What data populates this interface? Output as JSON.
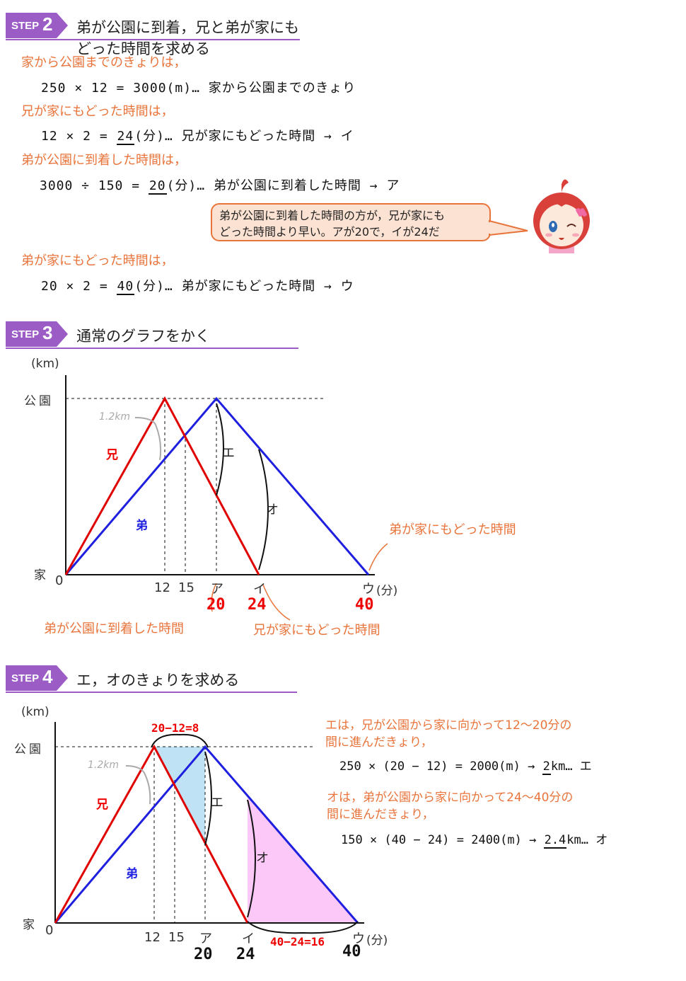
{
  "step2": {
    "badge_label": "STEP",
    "badge_num": "2",
    "title": "弟が公園に到着，兄と弟が家にもどった時間を求める",
    "line1_label": "家から公園までのきょりは，",
    "line1_calc": "250 × 12  = 3000(m)… 家から公園までのきょり",
    "line2_label": "兄が家にもどった時間は，",
    "line2_pre": "12 × 2  = ",
    "line2_num": "24",
    "line2_post": "(分)… 兄が家にもどった時間  →  イ",
    "line3_label": "弟が公園に到着した時間は，",
    "line3_pre": "3000 ÷ 150  = ",
    "line3_num": "20",
    "line3_post": "(分)… 弟が公園に到着した時間  →  ア",
    "bubble_line1": "弟が公園に到着した時間の方が，兄が家にも",
    "bubble_line2": "どった時間より早い。アが20で，イが24だ",
    "line4_label": "弟が家にもどった時間は，",
    "line4_pre": "20  ×  2  = ",
    "line4_num": "40",
    "line4_post": "(分)… 弟が家にもどった時間 → ウ"
  },
  "step3": {
    "badge_label": "STEP",
    "badge_num": "3",
    "title": "通常のグラフをかく",
    "y_unit": "(km)",
    "y_park": "公園",
    "y_home": "家",
    "x_zero": "0",
    "x_unit": "(分)",
    "ticks": [
      "12",
      "15",
      "ア",
      "イ",
      "ウ"
    ],
    "ticks_values": [
      "20",
      "24",
      "40"
    ],
    "label_brother": "兄",
    "label_younger": "弟",
    "label_e": "エ",
    "label_o": "オ",
    "label_dist": "1.2km",
    "note_younger_home": "弟が家にもどった時間",
    "note_younger_park": "弟が公園に到着した時間",
    "note_brother_home": "兄が家にもどった時間"
  },
  "step4": {
    "badge_label": "STEP",
    "badge_num": "4",
    "title": "エ，オのきょりを求める",
    "y_unit": "(km)",
    "y_park": "公園",
    "y_home": "家",
    "x_zero": "0",
    "x_unit": "(分)",
    "ticks": [
      "12",
      "15",
      "ア",
      "イ",
      "ウ"
    ],
    "ticks_values": [
      "20",
      "24",
      "40"
    ],
    "label_brother": "兄",
    "label_younger": "弟",
    "label_e": "エ",
    "label_o": "オ",
    "label_dist": "1.2km",
    "top_span": "20−12=8",
    "bottom_span": "40−24=16",
    "e_text1": "エは，兄が公園から家に向かって12〜20分の",
    "e_text2": "間に進んだきょり，",
    "e_calc_pre": "250  ×  (20 − 12)  = 2000(m) → ",
    "e_calc_num": "2",
    "e_calc_post": "km… エ",
    "o_text1": "オは，弟が公園から家に向かって24〜40分の",
    "o_text2": "間に進んだきょり，",
    "o_calc_pre": "150  ×  (40 − 24)  = 2400(m) → ",
    "o_calc_num": "2.4",
    "o_calc_post": "km… オ"
  },
  "chart_data": [
    {
      "type": "line",
      "x": [
        0,
        12,
        15,
        20,
        24,
        40
      ],
      "series": [
        {
          "name": "兄",
          "points": [
            [
              0,
              0
            ],
            [
              12,
              3
            ],
            [
              24,
              0
            ]
          ]
        },
        {
          "name": "弟",
          "points": [
            [
              0,
              0
            ],
            [
              20,
              3
            ],
            [
              40,
              0
            ]
          ]
        }
      ],
      "xlabel": "(分)",
      "ylabel": "(km)",
      "y_ticks": [
        "家",
        "公園"
      ]
    },
    {
      "type": "line",
      "x": [
        0,
        12,
        15,
        20,
        24,
        40
      ],
      "series": [
        {
          "name": "兄",
          "points": [
            [
              0,
              0
            ],
            [
              12,
              3
            ],
            [
              24,
              0
            ]
          ]
        },
        {
          "name": "弟",
          "points": [
            [
              0,
              0
            ],
            [
              20,
              3
            ],
            [
              40,
              0
            ]
          ]
        }
      ],
      "xlabel": "(分)",
      "ylabel": "(km)",
      "y_ticks": [
        "家",
        "公園"
      ]
    }
  ],
  "colors": {
    "accent": "#9b5cc6",
    "orange": "#e8743b",
    "brother": "#e00000",
    "younger": "#1f1fe0",
    "e_fill": "#bfe3f5",
    "o_fill": "#fbc8f7"
  }
}
